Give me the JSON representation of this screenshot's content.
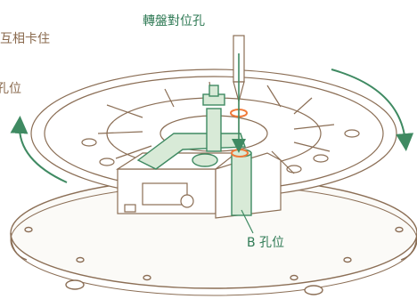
{
  "labels": {
    "top": "轉盤對位孔",
    "left_top": "互相卡住",
    "left_mid": "孔位",
    "bottom_right": "B 孔位"
  },
  "colors": {
    "line": "#8b6e55",
    "green": "#3f8a62",
    "green_fill": "#d8ead7",
    "orange": "#f07a3a",
    "brown_text": "#8a6a4e"
  }
}
